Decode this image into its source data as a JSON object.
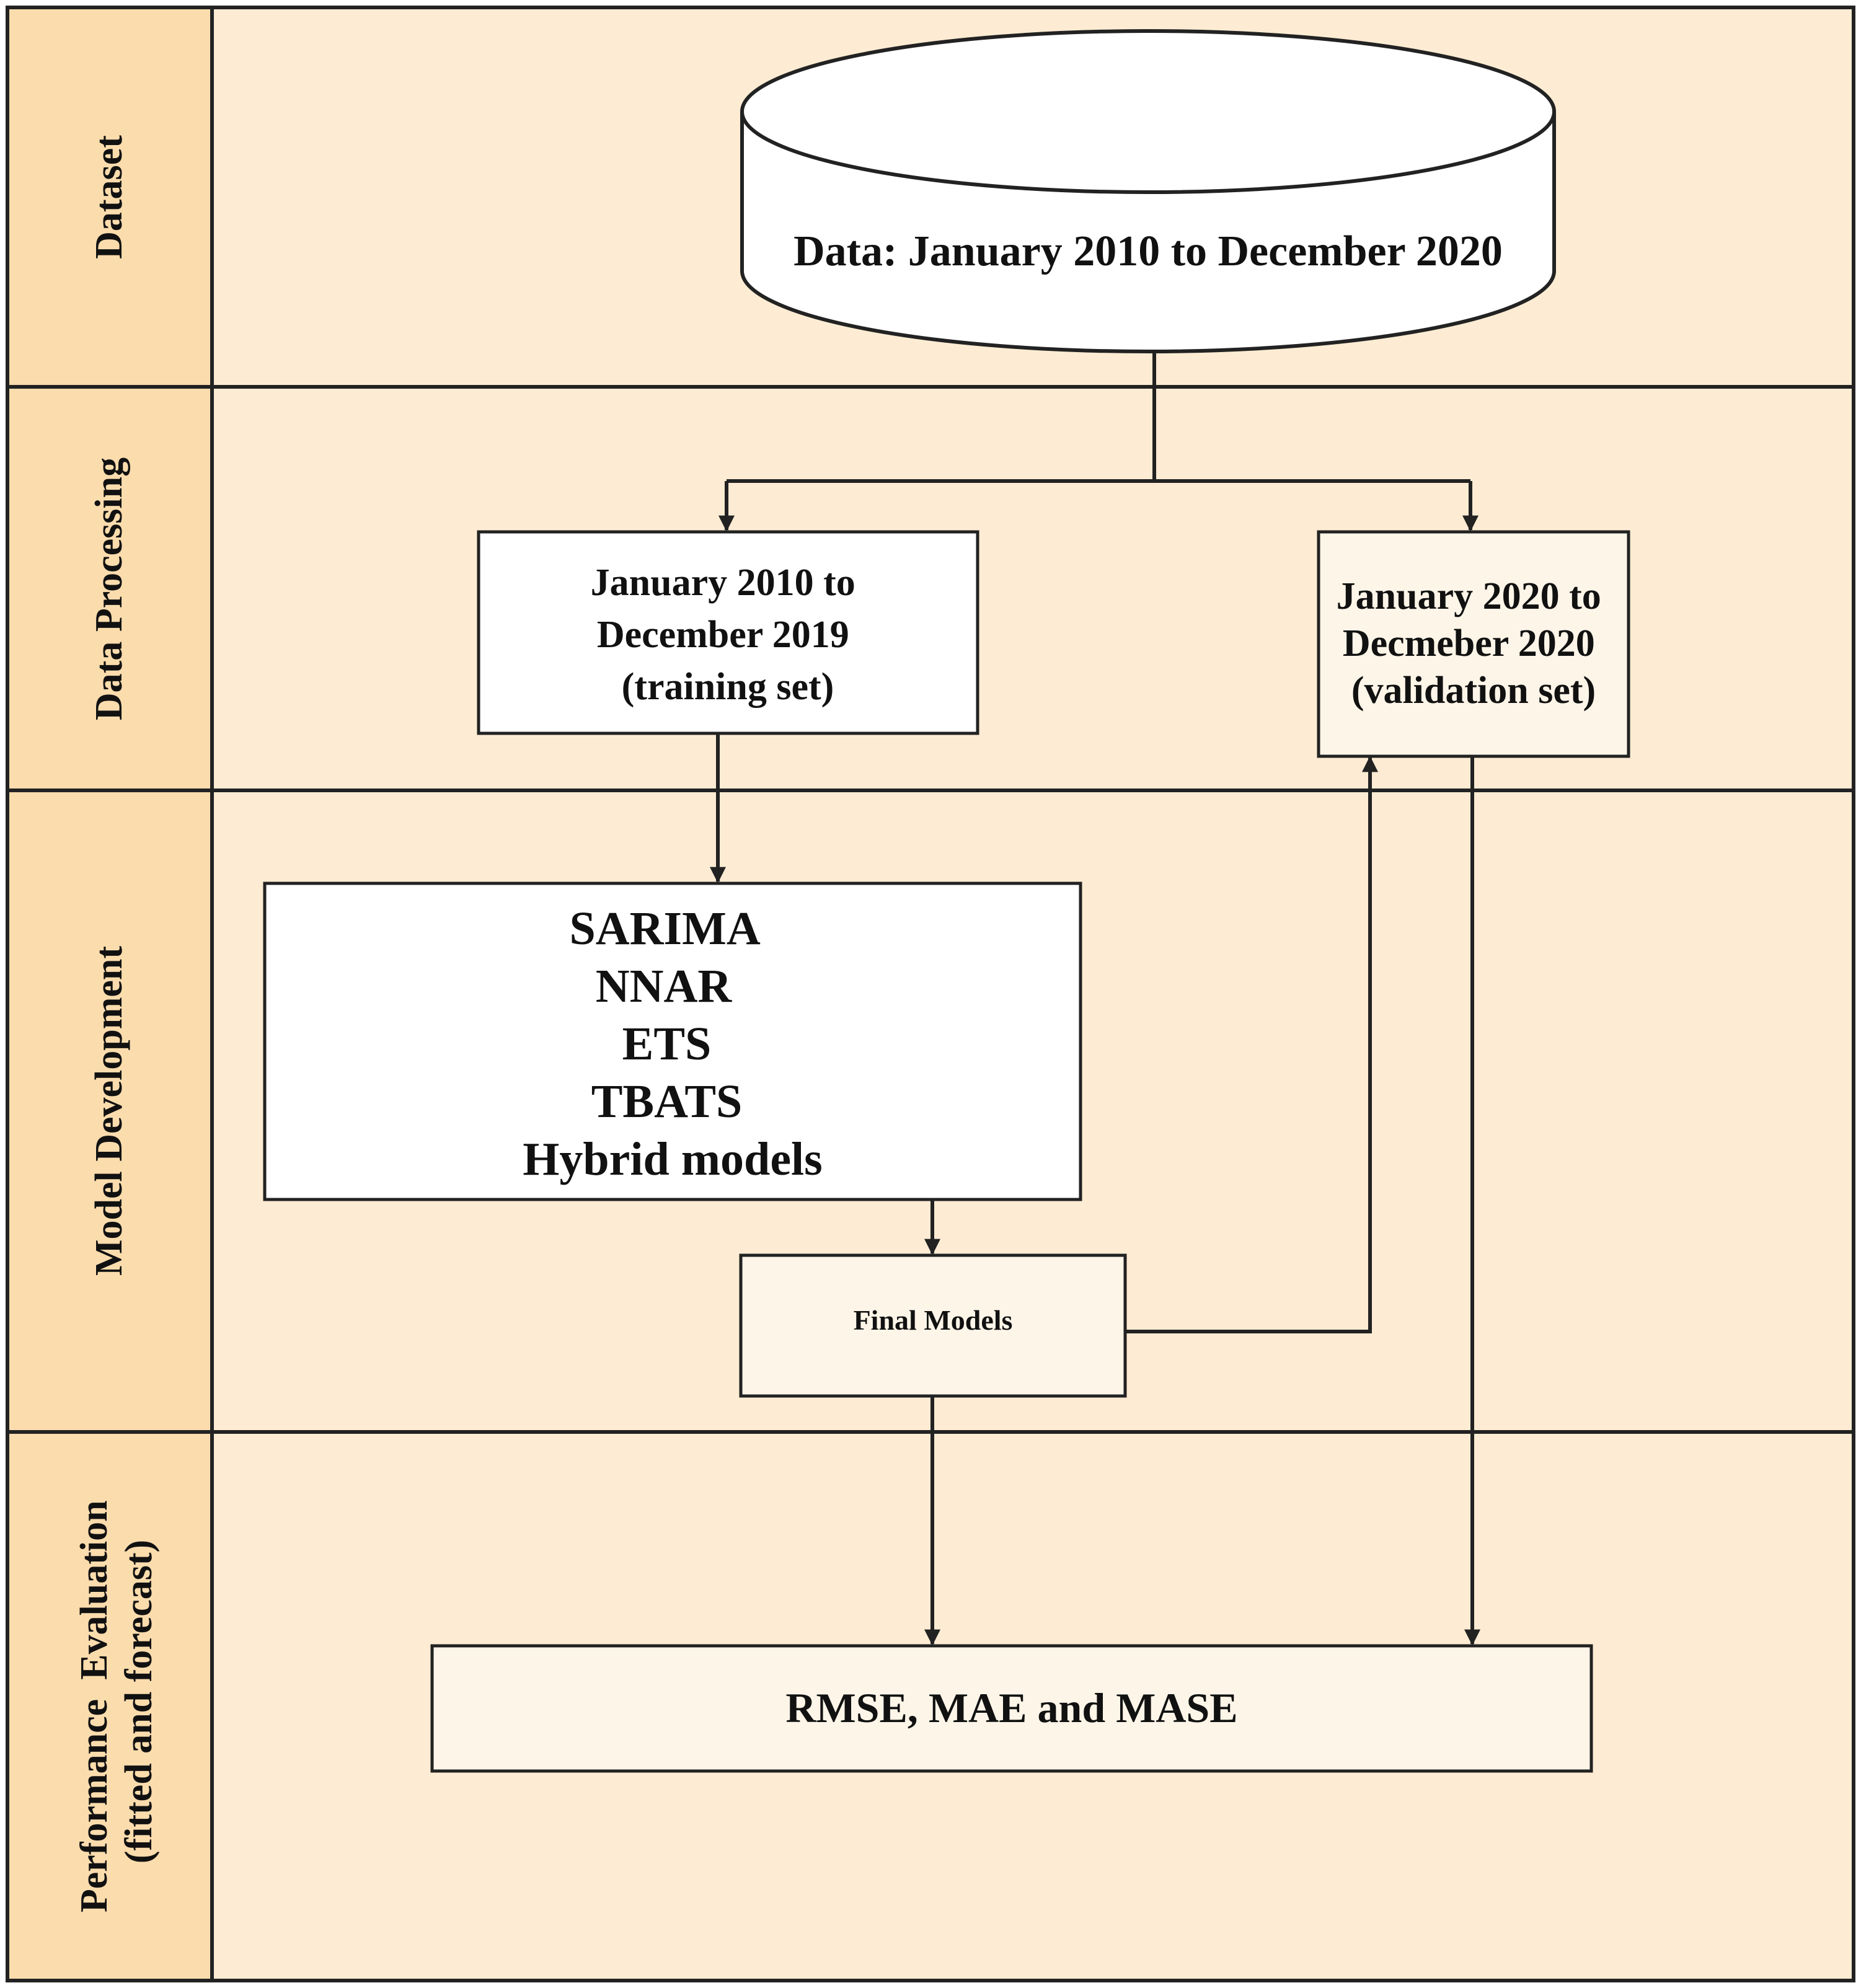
{
  "lanes": [
    {
      "label_lines": [
        "Dataset"
      ]
    },
    {
      "label_lines": [
        "Data Processing"
      ]
    },
    {
      "label_lines": [
        "Model Development"
      ]
    },
    {
      "label_lines": [
        "Performance  Evaluation",
        "(fitted and forecast)"
      ]
    }
  ],
  "nodes": {
    "dataset_cylinder": {
      "lines": [
        "Data: January 2010 to December 2020"
      ]
    },
    "training_set": {
      "lines": [
        "January 2010 to",
        "December 2019",
        "(training set)"
      ]
    },
    "validation_set": {
      "lines": [
        "January 2020 to",
        "Decmeber 2020",
        "(validation set)"
      ]
    },
    "models": {
      "lines": [
        "SARIMA",
        "NNAR",
        "ETS",
        "TBATS",
        "Hybrid models"
      ]
    },
    "final_models": {
      "lines": [
        "Final Models"
      ]
    },
    "metrics": {
      "lines": [
        "RMSE, MAE and MASE"
      ]
    }
  },
  "colors": {
    "lane_header_fill": "#fbdcad",
    "lane_body_fill": "#fdecd3",
    "light_box_fill": "#fdf5e8",
    "white_box_fill": "#ffffff",
    "line_color": "#222222"
  }
}
